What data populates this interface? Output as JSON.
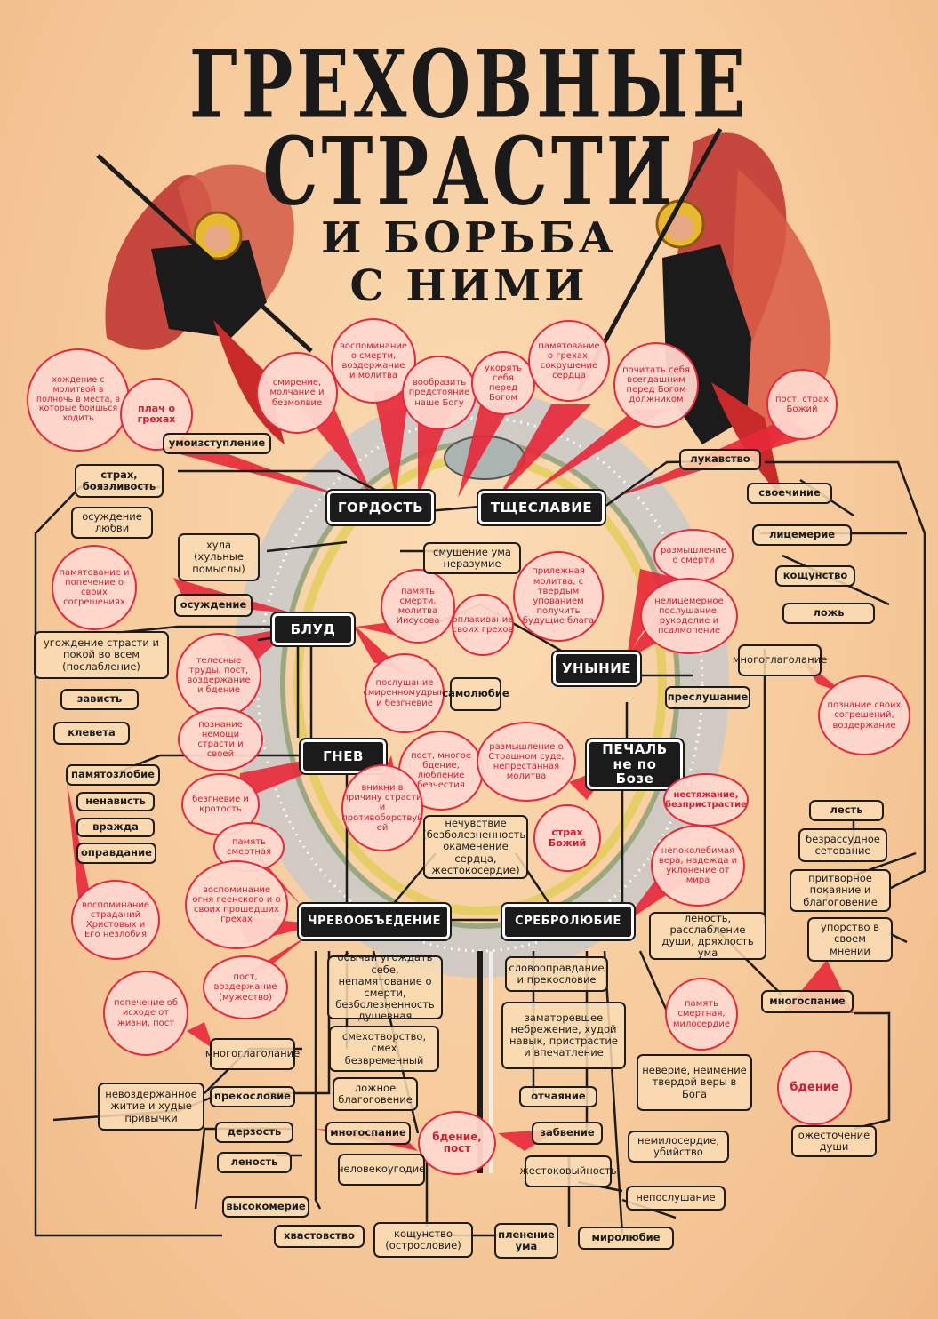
{
  "title": {
    "line1": "ГРЕХОВНЫЕ",
    "line2": "СТРАСТИ",
    "line3": "И БОРЬБА",
    "line4": "С НИМИ"
  },
  "colors": {
    "background": "#f6c99a",
    "ink": "#1c1c1c",
    "accent_red": "#e8283a",
    "circle_fill": "#ffd7cd"
  },
  "passions": {
    "gordost": "ГОРДОСТЬ",
    "tscheslavie": "ТЩЕСЛАВИЕ",
    "blud": "БЛУД",
    "unynie": "УНЫНИЕ",
    "gnev": "ГНЕВ",
    "pechal": "ПЕЧАЛЬ не по Бозе",
    "chrevo": "ЧРЕВООБЪЕДЕНИЕ",
    "srebro": "СРЕБРОЛЮБИЕ"
  },
  "remedies": {
    "hozhdenie": "хождение с молитвой в полночь в места, в которые боишься ходить",
    "plach": "плач о грехах",
    "smirenie": "смирение, молчание и безмолвие",
    "vospominanie": "воспоминание о смерти, воздержание и молитва",
    "voobrazit": "вообразить предстояние наше Богу",
    "ukoryat": "укорять себя перед Богом",
    "pomyatovanie_greh": "памятование о грехах, сокрушение сердца",
    "pochitat": "почитать себя всегдашним перед Богом должником",
    "post_strah": "пост, страх Божий",
    "pamyatovanie_sogr": "памятование и попечение о своих согрешениях",
    "pamyat_smerti_molitva": "память смерти, молитва Иисусова",
    "oplakivanie": "оплакивание своих грехов",
    "prilezhnaya": "прилежная молитва, с твердым упованием получить будущие блага",
    "razmyshlenie_smert": "размышление о смерти",
    "nelitsemernoe": "нелицемерное послушание, рукоделие и псалмопение",
    "telesnye": "телесные труды, пост, воздержание и бдение",
    "poslushanie": "послушание смиренномудрым и безгневие",
    "poznanie_nemoschi": "познание немощи страсти и своей",
    "poznanie_svoih": "познание своих согрешений, воздержание",
    "post_mnogoe": "пост, многое бдение, любление безчестия",
    "razmyshlenie_sud": "размышление о Страшном суде, непрестанная молитва",
    "bezgnevie": "безгневие и кротость",
    "vnikni": "вникни в причину страсти и противоборствуй ей",
    "strah_bozhiy": "страх Божий",
    "nestyazhanie": "нестяжание, безпристрастие",
    "pamyat_smertnaya": "память смертная",
    "vospominanie_ognya": "воспоминание огня геенского и о своих прошедших грехах",
    "nepokolebimaya": "непоколебимая вера, надежда и уклонение от мира",
    "vospominanie_stradaniy": "воспоминание страданий Христовых и Его незлобия",
    "post_vozderzhanie": "пост, воздержание (мужество)",
    "popechenie": "попечение об исходе от жизни, пост",
    "pamyat_miloserdie": "память смертная, милосердие",
    "bdenie": "бдение",
    "bdenie_post": "бдение, пост"
  },
  "offshoots": {
    "umoizstuplenie": "умоизступление",
    "strah": "страх, боязливость",
    "osuzhdenie_lyubvi": "осуждение любви",
    "hula": "хула (хульные помыслы)",
    "osuzhdenie": "осуждение",
    "smyschenie": "смущение ума неразумие",
    "ugozhdenie": "угождение страсти и покой во всем (послабление)",
    "zavist": "зависть",
    "kleveta": "клевета",
    "samolyubie": "самолюбие",
    "pamyatozlobie": "памятозлобие",
    "nenavist": "ненависть",
    "vrazhda": "вражда",
    "opravdanie": "оправдание",
    "lukavstvo": "лукавство",
    "svoechinie": "своечиние",
    "litsemerie": "лицемерие",
    "koschunstvo": "кощунство",
    "lozh": "ложь",
    "mnogoglagolanie_r": "многоглаголание",
    "preslushanie": "преслушание",
    "nechuvstvie": "нечувствие (безболезненность, окаменение сердца, жестокосердие)",
    "lest": "лесть",
    "bezrassudnoe": "безрассудное сетование",
    "pritvornoe": "притворное покаяние и благоговение",
    "uporstvo": "упорство в своем мнении",
    "lenost_rasslablenie": "леность, расслабление души, дряхлость ума",
    "mnogospanie_r": "многоспание",
    "obychay": "обычай угождать себе, непамятование о смерти, безболезненность душевная",
    "slovoopravdanie": "словооправдание и прекословие",
    "smehotvorstvo": "смехотворство, смех безвременный",
    "zamatorevshee": "заматоревшее небрежение, худой навык, пристрастие и впечатление",
    "mnogoglagolanie_l": "многоглаголание",
    "nevozderzhannoe": "невоздержанное житие и худые привычки",
    "prekoslovie": "прекословие",
    "lozhnoe": "ложное благоговение",
    "otchayanie": "отчаяние",
    "neverie": "неверие, неимение твердой веры в Бога",
    "ozhestochenie": "ожесточение души",
    "derzost": "дерзость",
    "mnogospanie_c": "многоспание",
    "zabvenie": "забвение",
    "nemiloserdie": "немилосердие, убийство",
    "lenost": "леность",
    "chelovekougodie": "человекоугодие",
    "zhestokovyinost": "жестоковыйность",
    "neposlushanie": "непослушание",
    "vysokomerie": "высокомерие",
    "hvastovstvo": "хвастовство",
    "koschunstvo_ostr": "кощунство (остроcловие)",
    "plenenie": "пленение ума",
    "mirolyubie": "миролюбие"
  }
}
